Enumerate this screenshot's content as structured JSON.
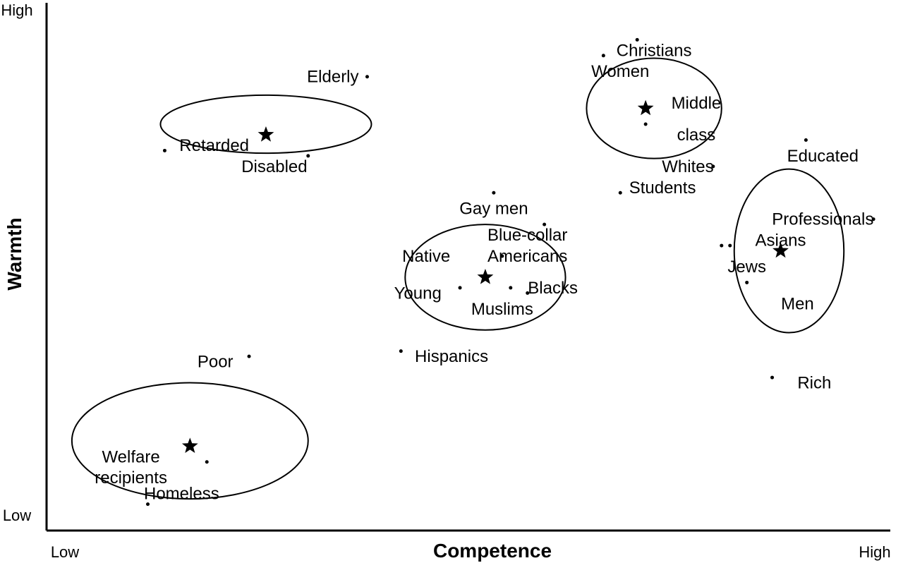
{
  "chart_data": {
    "type": "scatter",
    "title": "",
    "xlabel": "Competence",
    "ylabel": "Warmth",
    "x_low_label": "Low",
    "x_high_label": "High",
    "y_low_label": "Low",
    "y_high_label": "High",
    "xlim": [
      0,
      1
    ],
    "ylim": [
      0,
      1
    ],
    "grid": false,
    "legend": "none",
    "colors": {
      "ink": "#000000",
      "background": "#ffffff"
    },
    "points": [
      {
        "label": "Elderly",
        "x": 0.38,
        "y": 0.86
      },
      {
        "label": "Retarded",
        "x": 0.14,
        "y": 0.72
      },
      {
        "label": "Disabled",
        "x": 0.31,
        "y": 0.71
      },
      {
        "label": "Gay men",
        "x": 0.53,
        "y": 0.64
      },
      {
        "label": "Blue-collar",
        "x": 0.59,
        "y": 0.58
      },
      {
        "label": "Native Americans",
        "x": 0.54,
        "y": 0.52
      },
      {
        "label": "Young",
        "x": 0.49,
        "y": 0.46
      },
      {
        "label": "Blacks",
        "x": 0.55,
        "y": 0.46
      },
      {
        "label": "Muslims",
        "x": 0.57,
        "y": 0.45
      },
      {
        "label": "Hispanics",
        "x": 0.42,
        "y": 0.34
      },
      {
        "label": "Christians",
        "x": 0.7,
        "y": 0.93
      },
      {
        "label": "Women",
        "x": 0.66,
        "y": 0.9
      },
      {
        "label": "Middle class",
        "x": 0.71,
        "y": 0.77
      },
      {
        "label": "Whites",
        "x": 0.79,
        "y": 0.69
      },
      {
        "label": "Students",
        "x": 0.68,
        "y": 0.64
      },
      {
        "label": "Educated",
        "x": 0.9,
        "y": 0.74
      },
      {
        "label": "Professionals",
        "x": 0.98,
        "y": 0.59
      },
      {
        "label": "Asians",
        "x": 0.81,
        "y": 0.54
      },
      {
        "label": "Jews",
        "x": 0.8,
        "y": 0.54
      },
      {
        "label": "Men",
        "x": 0.83,
        "y": 0.47
      },
      {
        "label": "Rich",
        "x": 0.86,
        "y": 0.29
      },
      {
        "label": "Poor",
        "x": 0.24,
        "y": 0.33
      },
      {
        "label": "Welfare recipients",
        "x": 0.19,
        "y": 0.13
      },
      {
        "label": "Homeless",
        "x": 0.12,
        "y": 0.05
      }
    ],
    "centroids": [
      {
        "x": 0.26,
        "y": 0.75
      },
      {
        "x": 0.52,
        "y": 0.48
      },
      {
        "x": 0.71,
        "y": 0.8
      },
      {
        "x": 0.87,
        "y": 0.53
      },
      {
        "x": 0.17,
        "y": 0.16
      }
    ],
    "clusters": [
      {
        "center": [
          0.26,
          0.77
        ],
        "rx": 0.25,
        "ry": 0.11,
        "labels": [
          {
            "text": "Elderly",
            "x": 0.37,
            "y": 0.86,
            "anchor": "end"
          },
          {
            "text": "Retarded",
            "x": 0.24,
            "y": 0.73,
            "anchor": "end"
          },
          {
            "text": "Disabled",
            "x": 0.27,
            "y": 0.69,
            "anchor": "middle"
          }
        ]
      },
      {
        "center": [
          0.52,
          0.48
        ],
        "rx": 0.19,
        "ry": 0.2,
        "labels": [
          {
            "text": "Gay men",
            "x": 0.53,
            "y": 0.61,
            "anchor": "middle"
          },
          {
            "text": "Blue-collar",
            "x": 0.57,
            "y": 0.56,
            "anchor": "middle"
          },
          {
            "text": "Native",
            "x": 0.45,
            "y": 0.52,
            "anchor": "middle"
          },
          {
            "text": "Americans",
            "x": 0.57,
            "y": 0.52,
            "anchor": "middle"
          },
          {
            "text": "Young",
            "x": 0.44,
            "y": 0.45,
            "anchor": "middle"
          },
          {
            "text": "Blacks",
            "x": 0.6,
            "y": 0.46,
            "anchor": "middle"
          },
          {
            "text": "Muslims",
            "x": 0.54,
            "y": 0.42,
            "anchor": "middle"
          },
          {
            "text": "Hispanics",
            "x": 0.48,
            "y": 0.33,
            "anchor": "middle"
          }
        ]
      },
      {
        "center": [
          0.72,
          0.8
        ],
        "rx": 0.16,
        "ry": 0.19,
        "labels": [
          {
            "text": "Christians",
            "x": 0.72,
            "y": 0.91,
            "anchor": "middle"
          },
          {
            "text": "Women",
            "x": 0.68,
            "y": 0.87,
            "anchor": "middle"
          },
          {
            "text": "Middle",
            "x": 0.77,
            "y": 0.81,
            "anchor": "middle"
          },
          {
            "text": "class",
            "x": 0.77,
            "y": 0.75,
            "anchor": "middle"
          },
          {
            "text": "Whites",
            "x": 0.76,
            "y": 0.69,
            "anchor": "middle"
          },
          {
            "text": "Students",
            "x": 0.73,
            "y": 0.65,
            "anchor": "middle"
          }
        ]
      },
      {
        "center": [
          0.88,
          0.53
        ],
        "rx": 0.13,
        "ry": 0.31,
        "labels": [
          {
            "text": "Educated",
            "x": 0.92,
            "y": 0.71,
            "anchor": "middle"
          },
          {
            "text": "Professionals",
            "x": 0.92,
            "y": 0.59,
            "anchor": "middle"
          },
          {
            "text": "Asians",
            "x": 0.87,
            "y": 0.55,
            "anchor": "middle"
          },
          {
            "text": "Jews",
            "x": 0.83,
            "y": 0.5,
            "anchor": "middle"
          },
          {
            "text": "Men",
            "x": 0.89,
            "y": 0.43,
            "anchor": "middle"
          },
          {
            "text": "Rich",
            "x": 0.91,
            "y": 0.28,
            "anchor": "middle"
          }
        ]
      },
      {
        "center": [
          0.17,
          0.17
        ],
        "rx": 0.28,
        "ry": 0.22,
        "labels": [
          {
            "text": "Poor",
            "x": 0.2,
            "y": 0.32,
            "anchor": "middle"
          },
          {
            "text": "Welfare",
            "x": 0.1,
            "y": 0.14,
            "anchor": "middle"
          },
          {
            "text": "recipients",
            "x": 0.1,
            "y": 0.1,
            "anchor": "middle"
          },
          {
            "text": "Homeless",
            "x": 0.16,
            "y": 0.07,
            "anchor": "middle"
          }
        ]
      }
    ]
  }
}
